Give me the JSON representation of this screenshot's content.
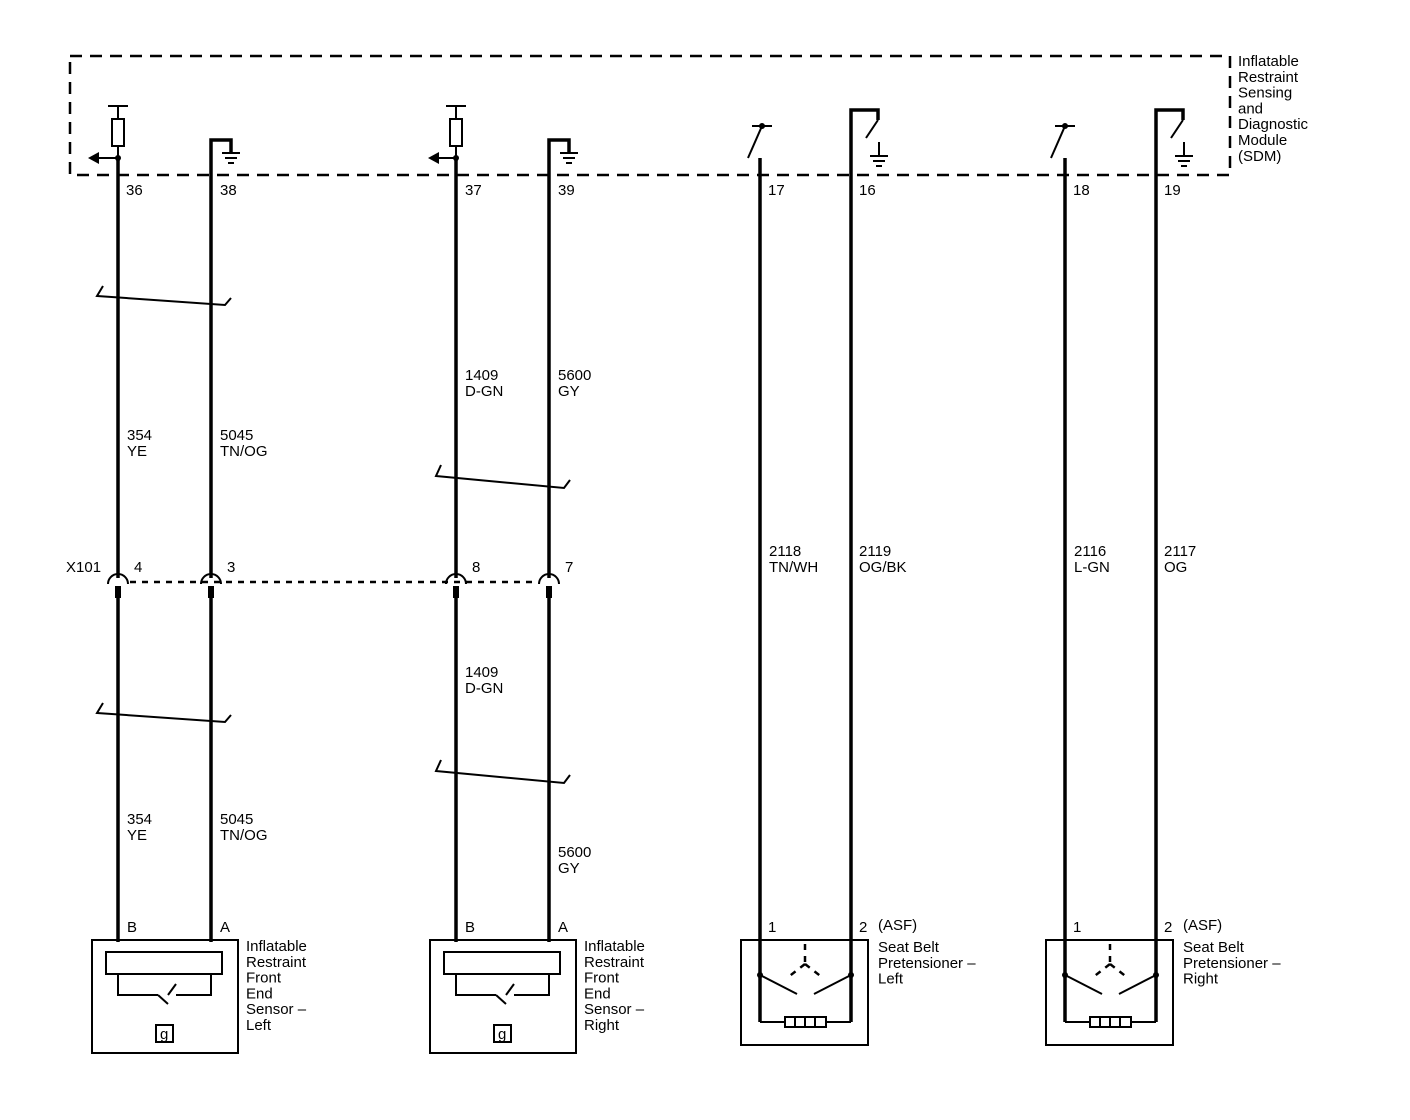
{
  "module": {
    "name_lines": [
      "Inflatable",
      "Restraint",
      "Sensing",
      "and",
      "Diagnostic",
      "Module",
      "(SDM)"
    ]
  },
  "sdm_pins": [
    "36",
    "38",
    "37",
    "39",
    "17",
    "16",
    "18",
    "19"
  ],
  "connector": {
    "id": "X101",
    "pins": [
      "4",
      "3",
      "8",
      "7"
    ]
  },
  "circuits_upper": [
    {
      "number": "354",
      "color": "YE"
    },
    {
      "number": "5045",
      "color": "TN/OG"
    },
    {
      "number": "1409",
      "color": "D-GN"
    },
    {
      "number": "5600",
      "color": "GY"
    },
    {
      "number": "2118",
      "color": "TN/WH"
    },
    {
      "number": "2119",
      "color": "OG/BK"
    },
    {
      "number": "2116",
      "color": "L-GN"
    },
    {
      "number": "2117",
      "color": "OG"
    }
  ],
  "circuits_lower": [
    {
      "number": "354",
      "color": "YE"
    },
    {
      "number": "5045",
      "color": "TN/OG"
    },
    {
      "number": "1409",
      "color": "D-GN"
    },
    {
      "number": "5600",
      "color": "GY"
    }
  ],
  "front_sensor_left": {
    "pins": [
      "B",
      "A"
    ],
    "symbol": "g",
    "name_lines": [
      "Inflatable",
      "Restraint",
      "Front",
      "End",
      "Sensor –",
      "Left"
    ]
  },
  "front_sensor_right": {
    "pins": [
      "B",
      "A"
    ],
    "symbol": "g",
    "name_lines": [
      "Inflatable",
      "Restraint",
      "Front",
      "End",
      "Sensor –",
      "Right"
    ]
  },
  "pretensioner_left": {
    "pins": [
      "1",
      "2"
    ],
    "tag": "(ASF)",
    "name_lines": [
      "Seat Belt",
      "Pretensioner –",
      "Left"
    ]
  },
  "pretensioner_right": {
    "pins": [
      "1",
      "2"
    ],
    "tag": "(ASF)",
    "name_lines": [
      "Seat Belt",
      "Pretensioner –",
      "Right"
    ]
  }
}
